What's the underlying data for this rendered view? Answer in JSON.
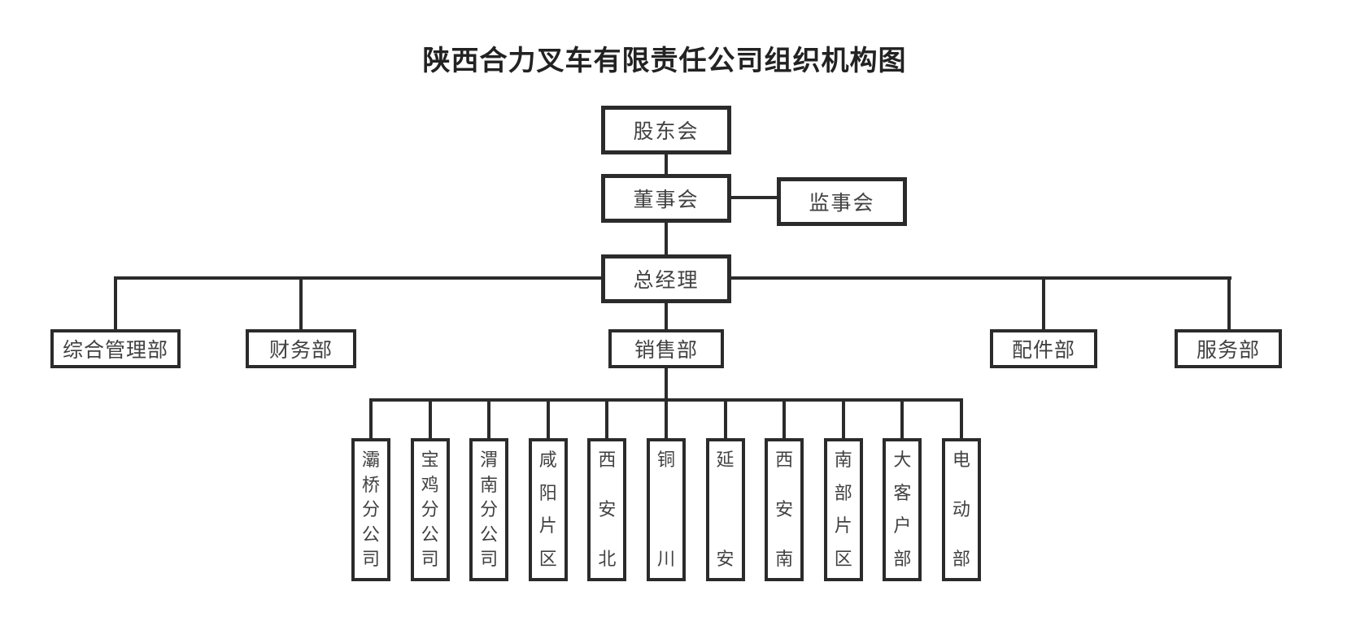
{
  "title": "陕西合力叉车有限责任公司组织机构图",
  "colors": {
    "background": "#ffffff",
    "line": "#2b2b2b",
    "text": "#414141",
    "title_text": "#222222"
  },
  "org": {
    "shareholders": "股东会",
    "board": "董事会",
    "supervisors": "监事会",
    "general_manager": "总经理",
    "departments": [
      "综合管理部",
      "财务部",
      "销售部",
      "配件部",
      "服务部"
    ],
    "sales_branches": [
      "灞桥分公司",
      "宝鸡分公司",
      "渭南分公司",
      "咸阳片区",
      "西安北",
      "铜川",
      "延安",
      "西安南",
      "南部片区",
      "大客户部",
      "电动部"
    ]
  }
}
